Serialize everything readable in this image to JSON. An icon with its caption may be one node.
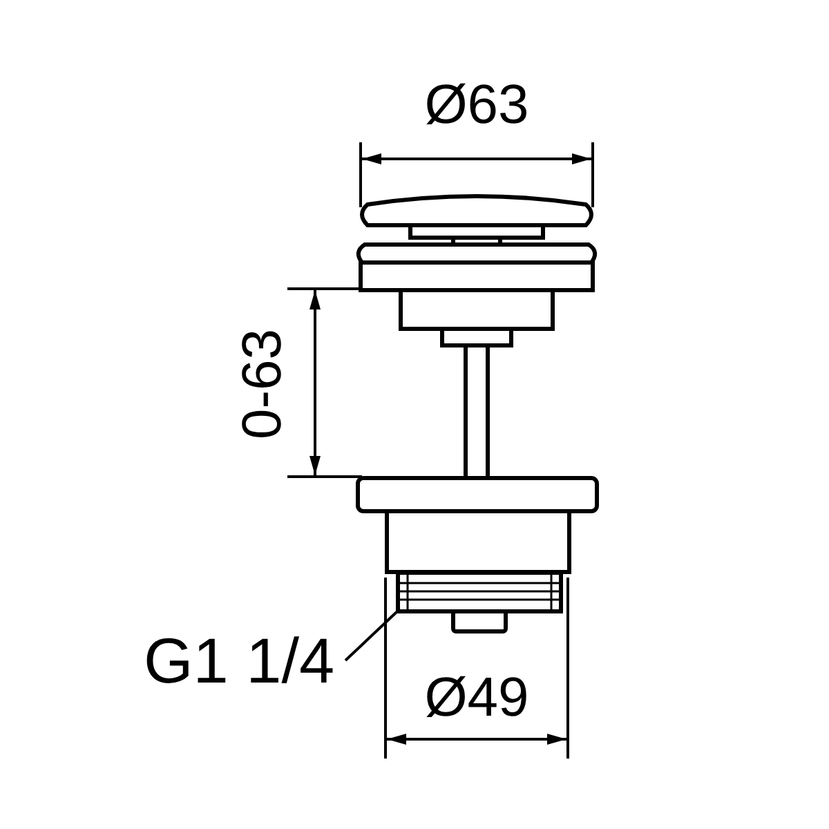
{
  "diagram": {
    "nodes": [
      {
        "text": [
          "G1 1/4"
        ]
      },
      {
        "text": [],
        "shape": "picture"
      }
    ],
    "edges": [
      {
        "from": 0,
        "to": 1,
        "arrow": "none"
      }
    ],
    "labels": [
      "Ø63",
      "0-63",
      "Ø49"
    ]
  }
}
